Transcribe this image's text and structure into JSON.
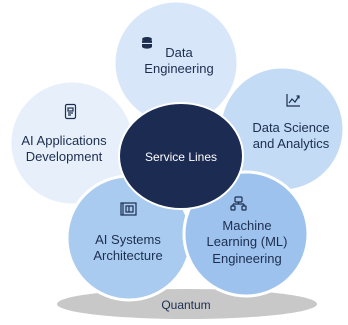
{
  "center": {
    "label": "Service Lines"
  },
  "base": {
    "label": "Quantum"
  },
  "petals": [
    {
      "id": "data-engineering",
      "lines": [
        "Data",
        "Engineering"
      ],
      "icon": "database-icon"
    },
    {
      "id": "data-science",
      "lines": [
        "Data Science",
        "and Analytics"
      ],
      "icon": "trend-chart-icon"
    },
    {
      "id": "machine-learning",
      "lines": [
        "Machine",
        "Learning (ML)",
        "Engineering"
      ],
      "icon": "network-nodes-icon"
    },
    {
      "id": "ai-systems",
      "lines": [
        "AI Systems",
        "Architecture"
      ],
      "icon": "blueprint-icon"
    },
    {
      "id": "ai-applications",
      "lines": [
        "AI Applications",
        "Development"
      ],
      "icon": "mobile-app-icon"
    }
  ],
  "colors": {
    "petal_light": "#e6effa",
    "petal_mid": "#d2e3f7",
    "petal_blue": "#a9cbf0",
    "petal_blue2": "#9dc2ed",
    "petal_stroke": "#ffffff",
    "center_fill": "#1b2b52",
    "center_text": "#ffffff",
    "base_fill": "#c8c8c8",
    "text": "#1d2e4f"
  }
}
